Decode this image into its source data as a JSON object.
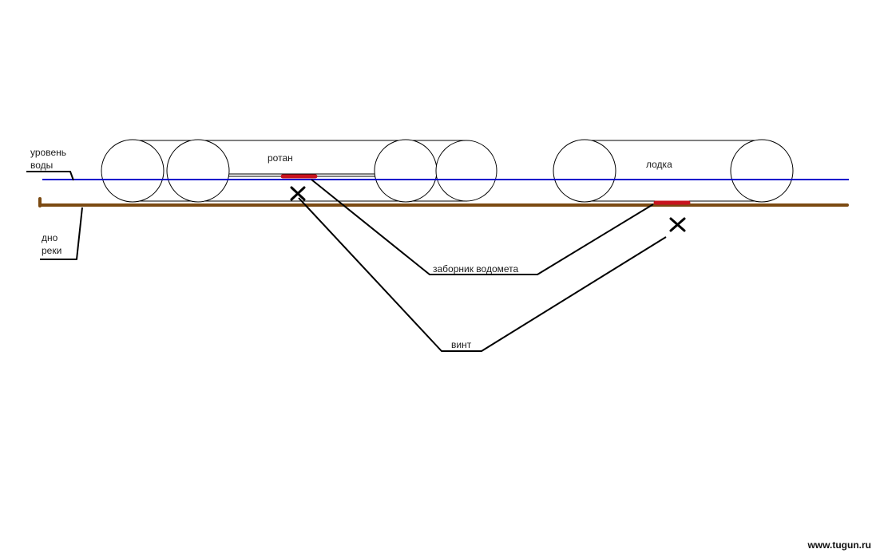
{
  "labels": {
    "water_level_line1": "уровень",
    "water_level_line2": "воды",
    "river_bottom_line1": "дно",
    "river_bottom_line2": "реки",
    "rotan": "ротан",
    "boat": "лодка",
    "water_jet_intake": "заборник водомета",
    "propeller": "винт",
    "watermark": "www.tugun.ru"
  },
  "colors": {
    "water_level": "#0000cc",
    "river_bottom": "#7b4a12",
    "intake_mark": "#c8141e",
    "outline": "#000000"
  }
}
